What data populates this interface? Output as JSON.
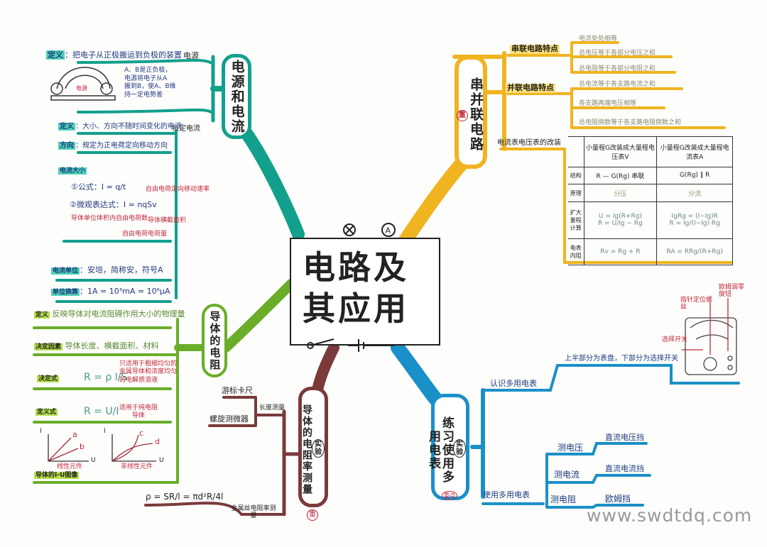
{
  "center": {
    "title_line1": "电路及",
    "title_line2": "其应用"
  },
  "colors": {
    "power": "#12a08c",
    "series": "#f0b420",
    "resistance": "#6aad28",
    "resistivity": "#7a3a3a",
    "multimeter": "#1a90c8"
  },
  "power_current": {
    "title": "电源和电流",
    "source": {
      "label": "电源",
      "def_tag": "定义",
      "def": "把电子从正极搬运到负极的装置",
      "note": [
        "A、B是正负极，",
        "电源将电子从A",
        "搬到B，使A、B维",
        "持一定电势差"
      ],
      "diagram_label": "电源"
    },
    "steady": {
      "label": "恒定电流",
      "def_tag": "定义",
      "def": "大小、方向不随时间变化的电流",
      "dir_tag": "方向",
      "dir": "规定为正电荷定向移动方向"
    },
    "magnitude": {
      "tag": "电流大小",
      "formula1": "①公式：I = q/t",
      "formula2": "②微观表达式：I = nqSv",
      "notes": [
        "自由电荷定向移动速率",
        "导体单位体积内自由电荷数",
        "导体横截面积",
        "自由电荷电荷量"
      ]
    },
    "unit": {
      "tag": "电流单位",
      "text": "安培，简称安，符号A"
    },
    "conversion": {
      "tag": "单位换算",
      "text": "1A = 10³mA = 10⁶μA"
    }
  },
  "resistance": {
    "title": "导体的电阻",
    "definition": {
      "tag": "定义",
      "text": "反映导体对电流阻碍作用大小的物理量"
    },
    "factors": {
      "tag": "决定因素",
      "text": "导体长度、横截面积、材料"
    },
    "decisive": {
      "tag": "决定式",
      "formula": "R = ρ l/S",
      "note": [
        "只适用于粗细均匀的",
        "金属导体和浓度均匀",
        "的电解质溶液"
      ]
    },
    "definitional": {
      "tag": "定义式",
      "formula": "R = U/I",
      "note": [
        "适用于纯电阻",
        "导体"
      ]
    },
    "graphs": {
      "axis_i": "I",
      "axis_u": "U",
      "linear": [
        "a",
        "b"
      ],
      "linear_label": "线性元件",
      "nonlinear": [
        "c",
        "d"
      ],
      "nonlinear_label": "非线性元件"
    },
    "iu_tag": "导体的I-U图像"
  },
  "resistivity": {
    "tag": "实验",
    "title": "导体的电阻率测量",
    "important": "重",
    "length": {
      "label": "长度测量",
      "items": [
        "游标卡尺",
        "螺旋测微器"
      ]
    },
    "metal": {
      "label": "金属丝电阻率测量",
      "formula": "ρ = SR/l = πd²R/4l"
    }
  },
  "multimeter": {
    "tag": "实验",
    "title": "练习使用多用电表",
    "important": "重点",
    "know": {
      "label": "认识多用电表",
      "text": "上半部分为表盘，下部分为选择开关",
      "parts": [
        "指针定位螺丝",
        "欧姆调零旋钮",
        "选择开关"
      ]
    },
    "use": {
      "label": "使用多用电表",
      "items": [
        {
          "label": "测电压",
          "mode": "直流电压挡"
        },
        {
          "label": "测电流",
          "mode": "直流电流挡"
        },
        {
          "label": "测电阻",
          "mode": "欧姆挡"
        }
      ]
    }
  },
  "circuits": {
    "title": "串并联电路",
    "important": "重",
    "series": {
      "label": "串联电路特点",
      "items": [
        "电流处处相等",
        "总电压等于各部分电压之和",
        "总电阻等于各部分电阻之和"
      ]
    },
    "parallel": {
      "label": "并联电路特点",
      "items": [
        "总电流等于各支路电流之和",
        "各支路两端电压相等",
        "总电阻倒数等于各支路电阻倒数之和"
      ]
    },
    "conversion": {
      "label": "电流表电压表的改装",
      "headers": [
        "小量程G改装成大量程电压表V",
        "小量程G改装成大量程电流表A"
      ],
      "rows": [
        {
          "label": "结构",
          "v": "R — G(Rg) 串联",
          "a": "G(Rg) ∥ R"
        },
        {
          "label": "原理",
          "v": "分压",
          "a": "分流"
        },
        {
          "label": "扩大量程计算",
          "v": "U = Ig(R+Rg)\nR = U/Ig − Rg",
          "a": "IgRg = (I−Ig)R\nR = Ig/(I−Ig)·Rg"
        },
        {
          "label": "电表内阻",
          "v": "Rv = Rg + R",
          "a": "RA = RRg/(R+Rg)"
        }
      ]
    }
  },
  "watermark": "www.swdtdq.com"
}
